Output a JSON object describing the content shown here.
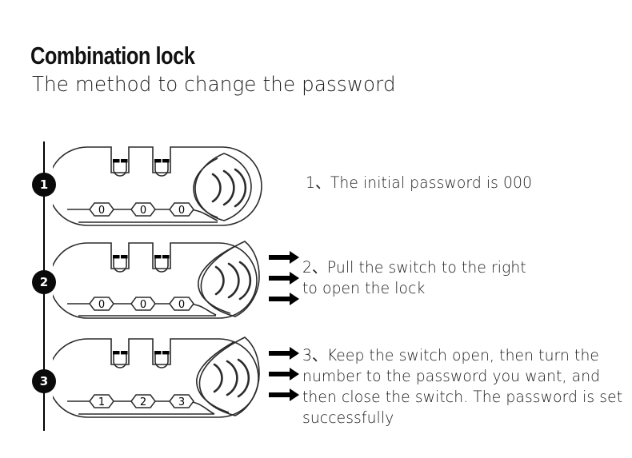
{
  "page": {
    "background_color": "#ffffff",
    "ink_color": "#1a1a1a",
    "marker_color": "#0a0a0a"
  },
  "header": {
    "title": "Combination lock",
    "subtitle": "The method to change the password"
  },
  "steps": [
    {
      "number": "1",
      "marker_label": "1",
      "text_lines": [
        "1、The initial password is 000"
      ],
      "lock": {
        "state": "closed",
        "switch_open": false,
        "dials": [
          "0",
          "0",
          "0"
        ]
      },
      "arrows": 0
    },
    {
      "number": "2",
      "marker_label": "2",
      "text_lines": [
        "2、Pull the switch to the right",
        "to open the lock"
      ],
      "lock": {
        "state": "switch-pulled-right",
        "switch_open": true,
        "dials": [
          "0",
          "0",
          "0"
        ]
      },
      "arrows": 3
    },
    {
      "number": "3",
      "marker_label": "3",
      "text_lines": [
        "3、Keep the switch open, then turn the",
        "number to the password you want, and",
        "then close the switch. The password is set",
        "successfully"
      ],
      "lock": {
        "state": "switch-open-new-code",
        "switch_open": true,
        "dials": [
          "1",
          "2",
          "3"
        ]
      },
      "arrows": 3
    }
  ],
  "icons": {
    "arrow_right": "arrow-right-icon",
    "lock_body": "combination-lock-icon",
    "switch": "switch-lever-icon",
    "dial": "dial-icon"
  }
}
